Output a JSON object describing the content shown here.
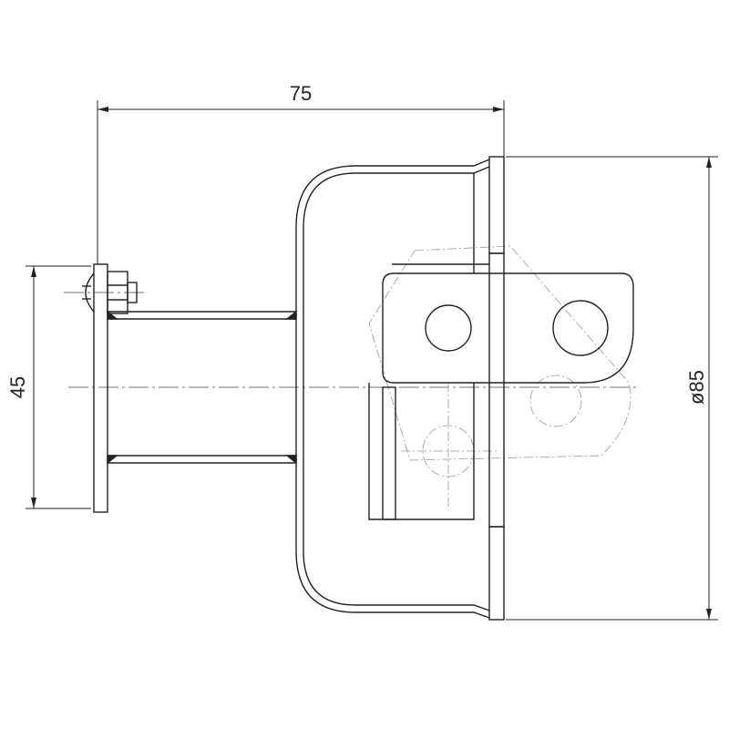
{
  "drawing": {
    "dimensions": {
      "overall_length": "75",
      "flange_height": "45",
      "housing_diameter": "ø85"
    }
  }
}
